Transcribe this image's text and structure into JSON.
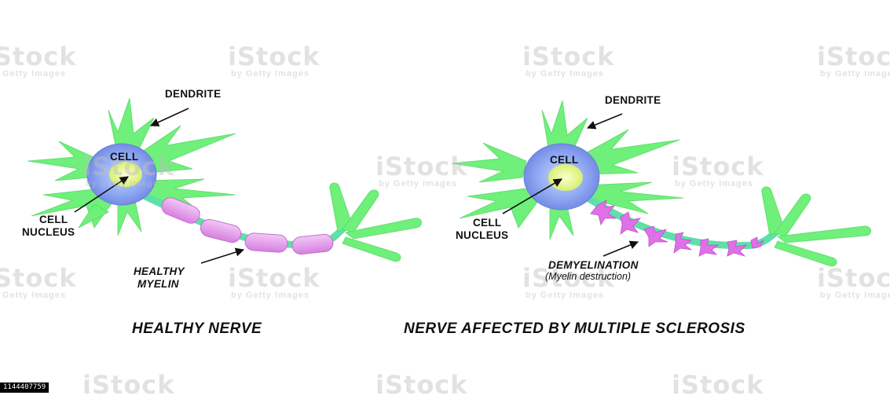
{
  "colors": {
    "dendrite": "#6ef07a",
    "axon": "#5ee0a8",
    "myelin": "#e69cec",
    "damaged_myelin": "#e070e8",
    "cell_body": "#7e9ff0",
    "nucleus": "#eef888"
  },
  "watermark": {
    "brand": "iStock",
    "tagline": "by Getty Images"
  },
  "stock_id": "1144407759",
  "healthy": {
    "dendrite_label": "DENDRITE",
    "cell_label": "CELL",
    "nucleus_label_line1": "CELL",
    "nucleus_label_line2": "NUCLEUS",
    "myelin_label_line1": "HEALTHY",
    "myelin_label_line2": "MYELIN",
    "title": "HEALTHY NERVE"
  },
  "ms": {
    "dendrite_label": "DENDRITE",
    "cell_label": "CELL",
    "nucleus_label_line1": "CELL",
    "nucleus_label_line2": "NUCLEUS",
    "demyelination_label": "DEMYELINATION",
    "demyelination_sub": "(Myelin destruction)",
    "title": "NERVE AFFECTED BY MULTIPLE SCLEROSIS"
  }
}
